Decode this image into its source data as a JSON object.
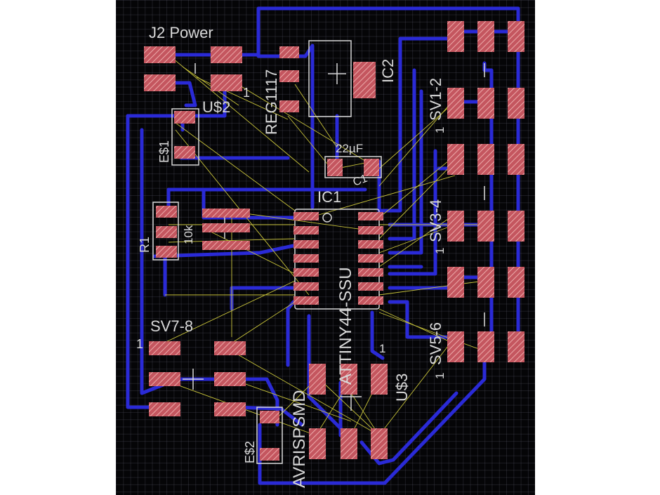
{
  "pcb": {
    "labels": {
      "j2": "J2 Power",
      "us2": "U$2",
      "reg": "REG1117",
      "ic2": "IC2",
      "es1": "E$1",
      "cap_value": "22µF",
      "c1": "C1",
      "ic1": "IC1",
      "r1": "R1",
      "r_value": "10k",
      "attiny": "ATTINY44-SSU",
      "sv12": "SV1-2",
      "sv34": "SV3-4",
      "sv56": "SV5-6",
      "sv78": "SV7-8",
      "avr": "AVRISPSMD",
      "us3": "U$3",
      "es2": "E$2",
      "pin1": "1"
    },
    "colors": {
      "background": "#050507",
      "trace": "#2a2ad6",
      "pad_fill": "#c4565f",
      "pad_hatch": "#e9a8a8",
      "airwire": "#c9c43a",
      "outline": "#d8d8d8",
      "silk_text": "#d8d8d8"
    }
  }
}
